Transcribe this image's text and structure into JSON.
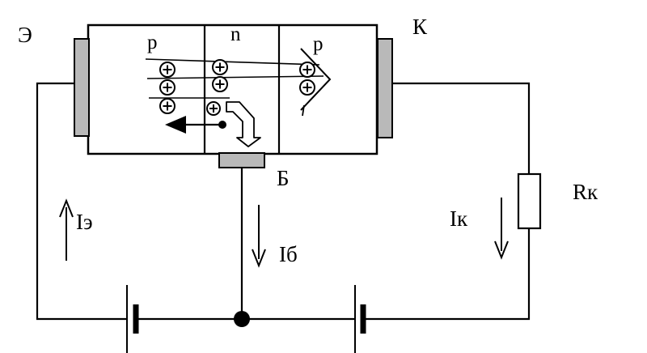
{
  "transistor": {
    "regions": {
      "emitter_region": "p",
      "base_region": "n",
      "collector_region": "p"
    },
    "terminals": {
      "emitter": "Э",
      "collector": "К",
      "base": "Б"
    }
  },
  "currents": {
    "emitter": "Iэ",
    "base": "Iб",
    "collector": "Iк"
  },
  "resistor": {
    "label": "Rк"
  },
  "colors": {
    "line": "#000000",
    "electrode_fill": "#b9b9b9",
    "background": "#ffffff"
  },
  "icons": {
    "hole": "plus-in-circle",
    "electron": "filled-dot",
    "battery": "cell-symbol"
  }
}
